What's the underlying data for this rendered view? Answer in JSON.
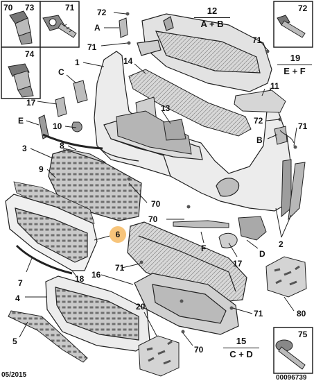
{
  "fastener_boxes": {
    "b70": "70",
    "b73": "73",
    "b71": "71",
    "b74": "74",
    "b72": "72",
    "b75": "75"
  },
  "groups": {
    "g12_num": "12",
    "g12_sub": "A + B",
    "g19_num": "19",
    "g19_sub": "E + F",
    "g15_num": "15",
    "g15_sub": "C + D"
  },
  "labels": {
    "l72a": "72",
    "lA": "A",
    "l71a": "71",
    "l1": "1",
    "l14": "14",
    "l71b": "71",
    "l11": "11",
    "lC": "C",
    "l17a": "17",
    "l13": "13",
    "lE": "E",
    "l10": "10",
    "l72b": "72",
    "l71c": "71",
    "l8": "8",
    "lB": "B",
    "l3": "3",
    "l9": "9",
    "l70a": "70",
    "l70b": "70",
    "l6": "6",
    "lF": "F",
    "lD": "D",
    "l2": "2",
    "l17b": "17",
    "l71d": "71",
    "l16": "16",
    "l7": "7",
    "l18": "18",
    "l4": "4",
    "l20": "20",
    "l71e": "71",
    "l80": "80",
    "l70c": "70",
    "l5": "5"
  },
  "footer": {
    "date": "05/2015",
    "ref": "00096739"
  },
  "colors": {
    "line": "#222222",
    "part_fill": "#e6e6e6",
    "part_dark": "#9a9a9a",
    "highlight": "#f7c47a"
  }
}
